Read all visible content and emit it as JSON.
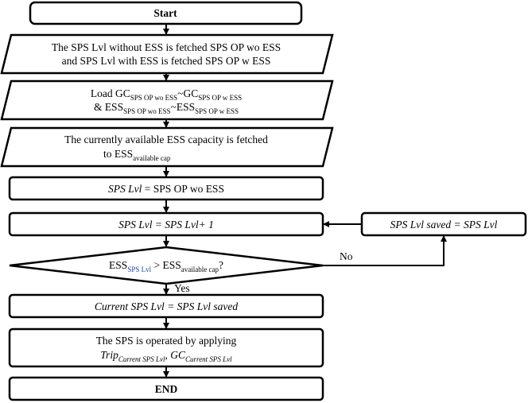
{
  "flowchart": {
    "start": {
      "label": "Start"
    },
    "fetch_sps": {
      "line1": "The SPS Lvl without ESS is fetched SPS OP wo ESS",
      "line2": "and SPS Lvl with ESS is fetched SPS OP w ESS"
    },
    "load_gc": {
      "l1_prefix": "Load GC",
      "l1_sub1": "SPS OP wo ESS",
      "l1_tilde": "~GC",
      "l1_sub2": "SPS OP w ESS",
      "l2_prefix": "& ESS",
      "l2_sub1": "SPS OP wo ESS",
      "l2_tilde": "~ESS",
      "l2_sub2": "SPS OP w ESS"
    },
    "fetch_capacity": {
      "line1": "The currently available ESS capacity is fetched",
      "line2_prefix": "to ESS",
      "line2_sub": "available cap"
    },
    "init_level": {
      "lhs": "SPS Lvl",
      "rhs": " = SPS OP wo ESS"
    },
    "increment": {
      "text": "SPS Lvl = SPS Lvl+ 1"
    },
    "save_level": {
      "text": "SPS Lvl saved = SPS Lvl"
    },
    "decision": {
      "prefix": "ESS",
      "sub1": "SPS Lvl",
      "op": " > ESS",
      "sub2": "available cap",
      "suffix": "?",
      "no_label": "No",
      "yes_label": "Yes"
    },
    "current_level": {
      "text": "Current SPS Lvl = SPS Lvl saved"
    },
    "operate": {
      "line1": "The SPS is operated by applying",
      "trip": "Trip",
      "trip_sub": "Current SPS Lvl",
      "comma_gc": ", GC",
      "gc_sub": "Current SPS Lvl"
    },
    "end": {
      "label": "END"
    }
  }
}
